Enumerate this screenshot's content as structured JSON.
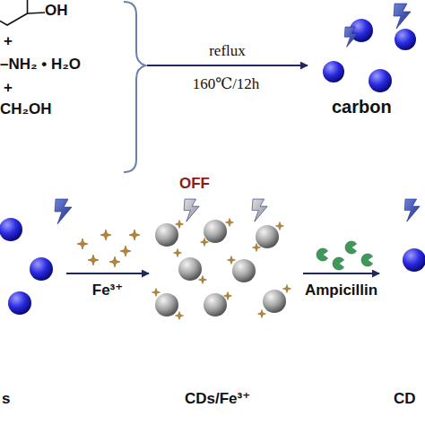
{
  "diagram": {
    "nodes": [
      {
        "text": [
          "OH",
          "+",
          "–NH₂ • H₂O",
          "+",
          "CH₂OH"
        ]
      },
      {
        "text": [
          "carbon"
        ]
      },
      {
        "text": [
          "s"
        ]
      },
      {
        "text": [
          "CDs/Fe³⁺"
        ]
      },
      {
        "text": [
          "CD"
        ]
      }
    ],
    "edges": [
      {
        "from": 0,
        "to": 1,
        "arrow": "to",
        "label": "reflux"
      },
      {
        "from": 2,
        "to": 3,
        "arrow": "to",
        "label": "Fe³⁺"
      },
      {
        "from": 3,
        "to": 4,
        "arrow": "to",
        "label": "Ampicillin"
      }
    ],
    "labels": [
      "160℃/12h",
      "OFF"
    ]
  }
}
